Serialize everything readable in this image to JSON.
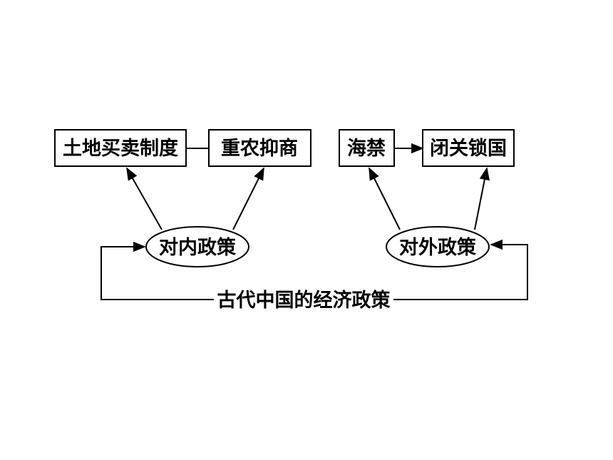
{
  "diagram": {
    "boxes": {
      "land_system": "土地买卖制度",
      "agri_policy": "重农抑商",
      "sea_ban": "海禁",
      "closed_door": "闭关锁国"
    },
    "ellipses": {
      "domestic": "对内政策",
      "foreign": "对外政策"
    },
    "root": "古代中国的经济政策"
  }
}
